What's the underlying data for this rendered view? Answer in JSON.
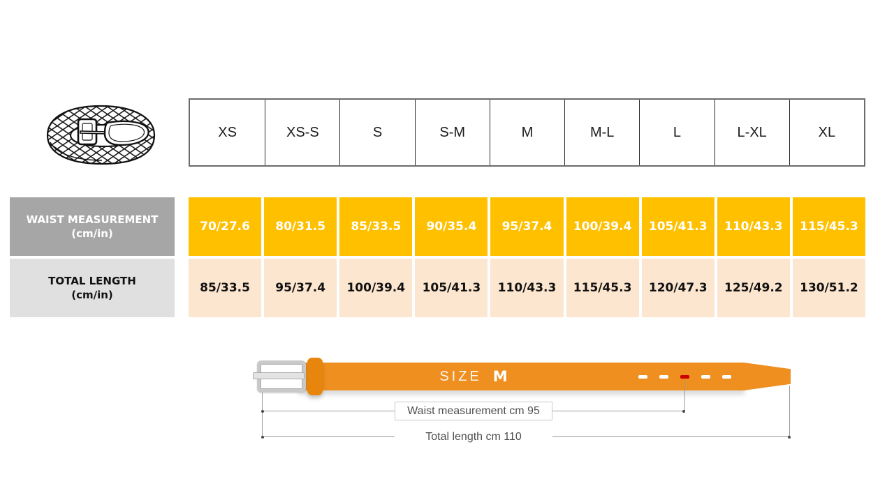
{
  "size_table": {
    "sizes": [
      "XS",
      "XS-S",
      "S",
      "S-M",
      "M",
      "M-L",
      "L",
      "L-XL",
      "XL"
    ],
    "rows": [
      {
        "label": "WAIST MEASUREMENT",
        "unit": "(cm/in)",
        "values": [
          "70/27.6",
          "80/31.5",
          "85/33.5",
          "90/35.4",
          "95/37.4",
          "100/39.4",
          "105/41.3",
          "110/43.3",
          "115/45.3"
        ]
      },
      {
        "label": "TOTAL LENGTH",
        "unit": "(cm/in)",
        "values": [
          "85/33.5",
          "95/37.4",
          "100/39.4",
          "105/41.3",
          "110/43.3",
          "115/45.3",
          "120/47.3",
          "125/49.2",
          "130/51.2"
        ]
      }
    ]
  },
  "diagram": {
    "size_label": "SIZE",
    "size_value": "M",
    "waist_label": "Waist measurement cm 95",
    "total_label": "Total length cm 110",
    "holes": {
      "total": 5,
      "highlighted_index": 3
    }
  },
  "icons": {
    "belt_illustration": "braided-belt-icon"
  },
  "colors": {
    "waist_row_bg": "#ffc000",
    "length_row_bg": "#fce6cf",
    "waist_label_bg": "#a6a6a6",
    "length_label_bg": "#e0e0e0",
    "belt_strap": "#ee8f1f",
    "selected_hole": "#cc0000"
  }
}
